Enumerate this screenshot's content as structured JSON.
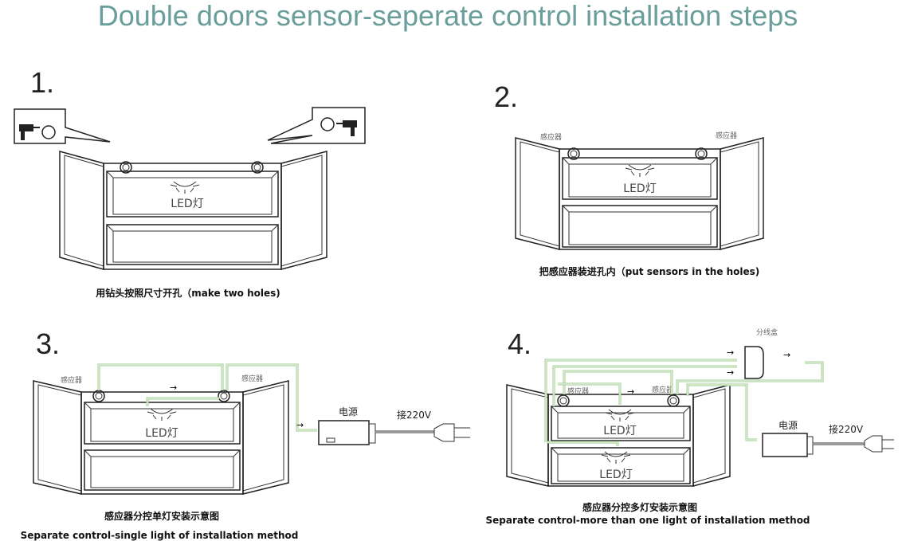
{
  "title": "Double doors sensor-seperate control installation steps",
  "steps": [
    {
      "number": "1.",
      "caption": "用钻头按照尺寸开孔（make two holes)",
      "led_label": "LED灯"
    },
    {
      "number": "2.",
      "caption": "把感应器装进孔内（put sensors in the holes)",
      "led_label": "LED灯",
      "sensor_left": "感应器",
      "sensor_right": "感应器"
    },
    {
      "number": "3.",
      "caption_cn": "感应器分控单灯安装示意图",
      "caption_en": "Separate control-single light of installation method",
      "led_label": "LED灯",
      "sensor_left": "感应器",
      "sensor_right": "感应器",
      "power_label": "电源",
      "voltage_label": "接220V"
    },
    {
      "number": "4.",
      "caption_cn": "感应器分控多灯安装示意图",
      "caption_en": "Separate control-more than one light of installation method",
      "led_label": "LED灯",
      "led_label_2": "LED灯",
      "sensor_left": "感应器",
      "sensor_right": "感应器",
      "junction_label": "分线盒",
      "power_label": "电源",
      "voltage_label": "接220V"
    }
  ],
  "colors": {
    "title": "#6a9e9a",
    "wire": "#9bc98b"
  }
}
